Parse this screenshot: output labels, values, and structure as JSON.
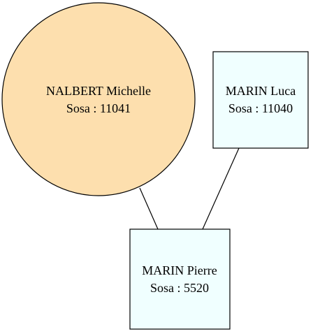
{
  "colors": {
    "female_fill": "#fddfae",
    "male_fill": "#f0ffff",
    "stroke": "#000000",
    "background": "#ffffff"
  },
  "nodes": {
    "michelle": {
      "name": "NALBERT Michelle",
      "sosa": "Sosa : 11041",
      "shape": "circle"
    },
    "luca": {
      "name": "MARIN Luca",
      "sosa": "Sosa : 11040",
      "shape": "box"
    },
    "pierre": {
      "name": "MARIN Pierre",
      "sosa": "Sosa : 5520",
      "shape": "box"
    }
  },
  "edges": [
    {
      "from": "michelle",
      "to": "pierre"
    },
    {
      "from": "luca",
      "to": "pierre"
    }
  ]
}
